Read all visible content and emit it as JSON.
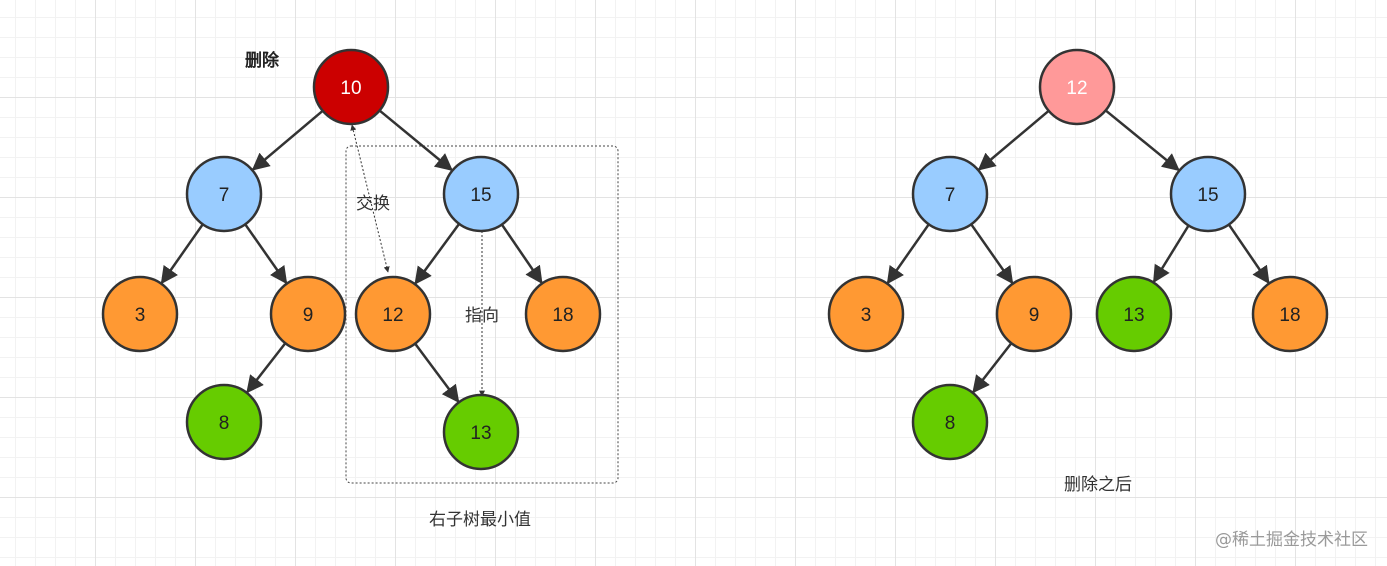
{
  "colors": {
    "root_delete": "#cc0000",
    "root_after": "#ff9999",
    "blue": "#99ccff",
    "orange": "#ff9933",
    "green": "#66cc00",
    "stroke": "#333333"
  },
  "labels": {
    "delete": "删除",
    "swap": "交换",
    "point_to": "指向",
    "right_subtree_min": "右子树最小值",
    "after_delete": "删除之后",
    "watermark": "@稀土掘金技术社区"
  },
  "before_tree": {
    "nodes": [
      {
        "id": "n10",
        "value": "10",
        "color": "root_delete"
      },
      {
        "id": "n7",
        "value": "7",
        "color": "blue"
      },
      {
        "id": "n15",
        "value": "15",
        "color": "blue"
      },
      {
        "id": "n3",
        "value": "3",
        "color": "orange"
      },
      {
        "id": "n9",
        "value": "9",
        "color": "orange"
      },
      {
        "id": "n12",
        "value": "12",
        "color": "orange"
      },
      {
        "id": "n18",
        "value": "18",
        "color": "orange"
      },
      {
        "id": "n8",
        "value": "8",
        "color": "green"
      },
      {
        "id": "n13",
        "value": "13",
        "color": "green"
      }
    ],
    "edges": [
      [
        "n10",
        "n7"
      ],
      [
        "n10",
        "n15"
      ],
      [
        "n7",
        "n3"
      ],
      [
        "n7",
        "n9"
      ],
      [
        "n9",
        "n8"
      ],
      [
        "n15",
        "n12"
      ],
      [
        "n15",
        "n18"
      ],
      [
        "n12",
        "n13"
      ]
    ]
  },
  "after_tree": {
    "nodes": [
      {
        "id": "m12",
        "value": "12",
        "color": "root_after"
      },
      {
        "id": "m7",
        "value": "7",
        "color": "blue"
      },
      {
        "id": "m15",
        "value": "15",
        "color": "blue"
      },
      {
        "id": "m3",
        "value": "3",
        "color": "orange"
      },
      {
        "id": "m9",
        "value": "9",
        "color": "orange"
      },
      {
        "id": "m13",
        "value": "13",
        "color": "green"
      },
      {
        "id": "m18",
        "value": "18",
        "color": "orange"
      },
      {
        "id": "m8",
        "value": "8",
        "color": "green"
      }
    ],
    "edges": [
      [
        "m12",
        "m7"
      ],
      [
        "m12",
        "m15"
      ],
      [
        "m7",
        "m3"
      ],
      [
        "m7",
        "m9"
      ],
      [
        "m9",
        "m8"
      ],
      [
        "m15",
        "m13"
      ],
      [
        "m15",
        "m18"
      ]
    ]
  }
}
